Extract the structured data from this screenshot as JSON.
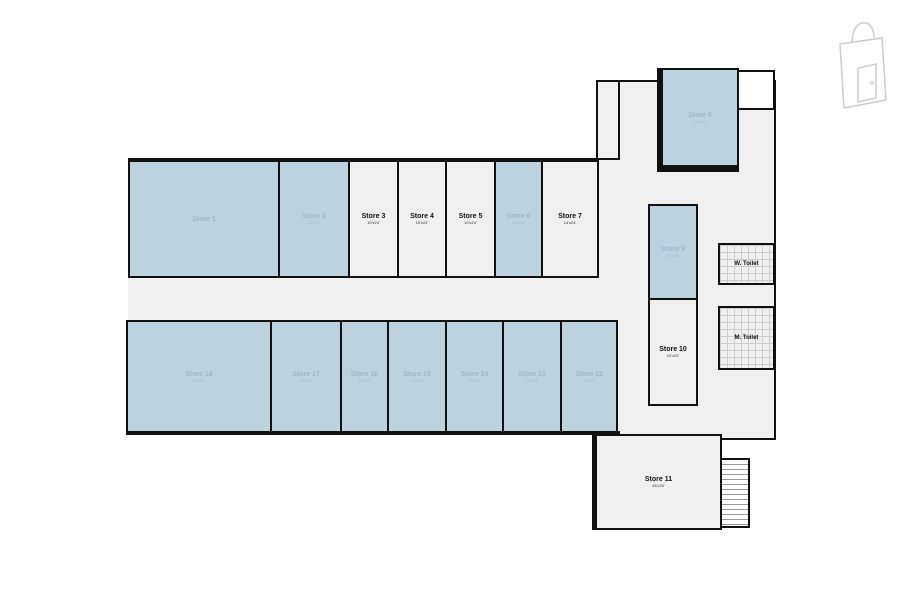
{
  "stores": [
    {
      "id": "store-1",
      "name": "Store 1",
      "dims": "",
      "leased": true
    },
    {
      "id": "store-2",
      "name": "Store 2",
      "dims": "12'x17'",
      "leased": true
    },
    {
      "id": "store-3",
      "name": "Store 3",
      "dims": "10'x24'",
      "leased": false
    },
    {
      "id": "store-4",
      "name": "Store 4",
      "dims": "10'x24'",
      "leased": false
    },
    {
      "id": "store-5",
      "name": "Store 5",
      "dims": "10'x24'",
      "leased": false
    },
    {
      "id": "store-6",
      "name": "Store 6",
      "dims": "10'x24'",
      "leased": true
    },
    {
      "id": "store-7",
      "name": "Store 7",
      "dims": "14'x24'",
      "leased": false
    },
    {
      "id": "store-8",
      "name": "Store 8",
      "dims": "15'x20'",
      "leased": true
    },
    {
      "id": "store-9",
      "name": "Store 9",
      "dims": "10'x20'",
      "leased": true
    },
    {
      "id": "store-10",
      "name": "Store 10",
      "dims": "10'x23'",
      "leased": false
    },
    {
      "id": "store-11",
      "name": "Store 11",
      "dims": "26'x20'",
      "leased": false
    },
    {
      "id": "store-12",
      "name": "Store 12",
      "dims": "12'x24'",
      "leased": true
    },
    {
      "id": "store-13",
      "name": "Store 13",
      "dims": "12'x24'",
      "leased": true
    },
    {
      "id": "store-14",
      "name": "Store 14",
      "dims": "9'x24'",
      "leased": true
    },
    {
      "id": "store-15",
      "name": "Store 15",
      "dims": "12'x24'",
      "leased": true
    },
    {
      "id": "store-16",
      "name": "Store 16",
      "dims": "10'x24'",
      "leased": true
    },
    {
      "id": "store-17",
      "name": "Store 17",
      "dims": "14'x24'",
      "leased": true
    },
    {
      "id": "store-18",
      "name": "Store 18",
      "dims": "30'x24'",
      "leased": true
    }
  ],
  "toilets": {
    "women": "W. Toilet",
    "men": "M. Toilet"
  },
  "colors": {
    "leased": "#bcd2de",
    "available": "#f0f0f1",
    "wall": "#111111"
  },
  "logo": "shopping-bag-icon"
}
